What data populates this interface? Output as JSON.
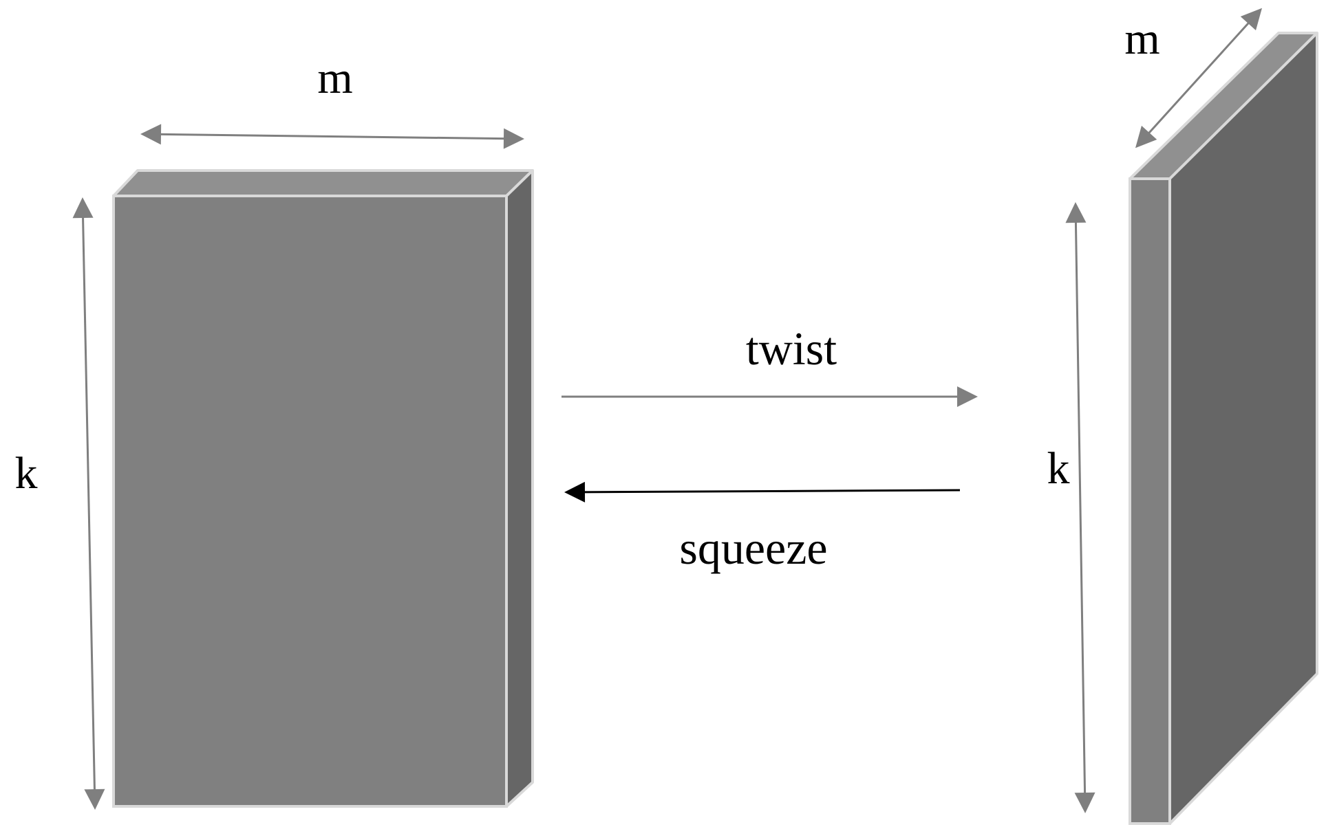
{
  "labels": {
    "left_width": "m",
    "left_height": "k",
    "right_width": "m",
    "right_height": "k",
    "twist": "twist",
    "squeeze": "squeeze"
  },
  "colors": {
    "front_face": "#808080",
    "top_face": "#909090",
    "side_face": "#666666",
    "face_edge": "#d9d9d9",
    "dimension_arrow": "#7f7f7f",
    "twist_arrow": "#7f7f7f",
    "squeeze_arrow": "#000000",
    "text": "#000000"
  }
}
